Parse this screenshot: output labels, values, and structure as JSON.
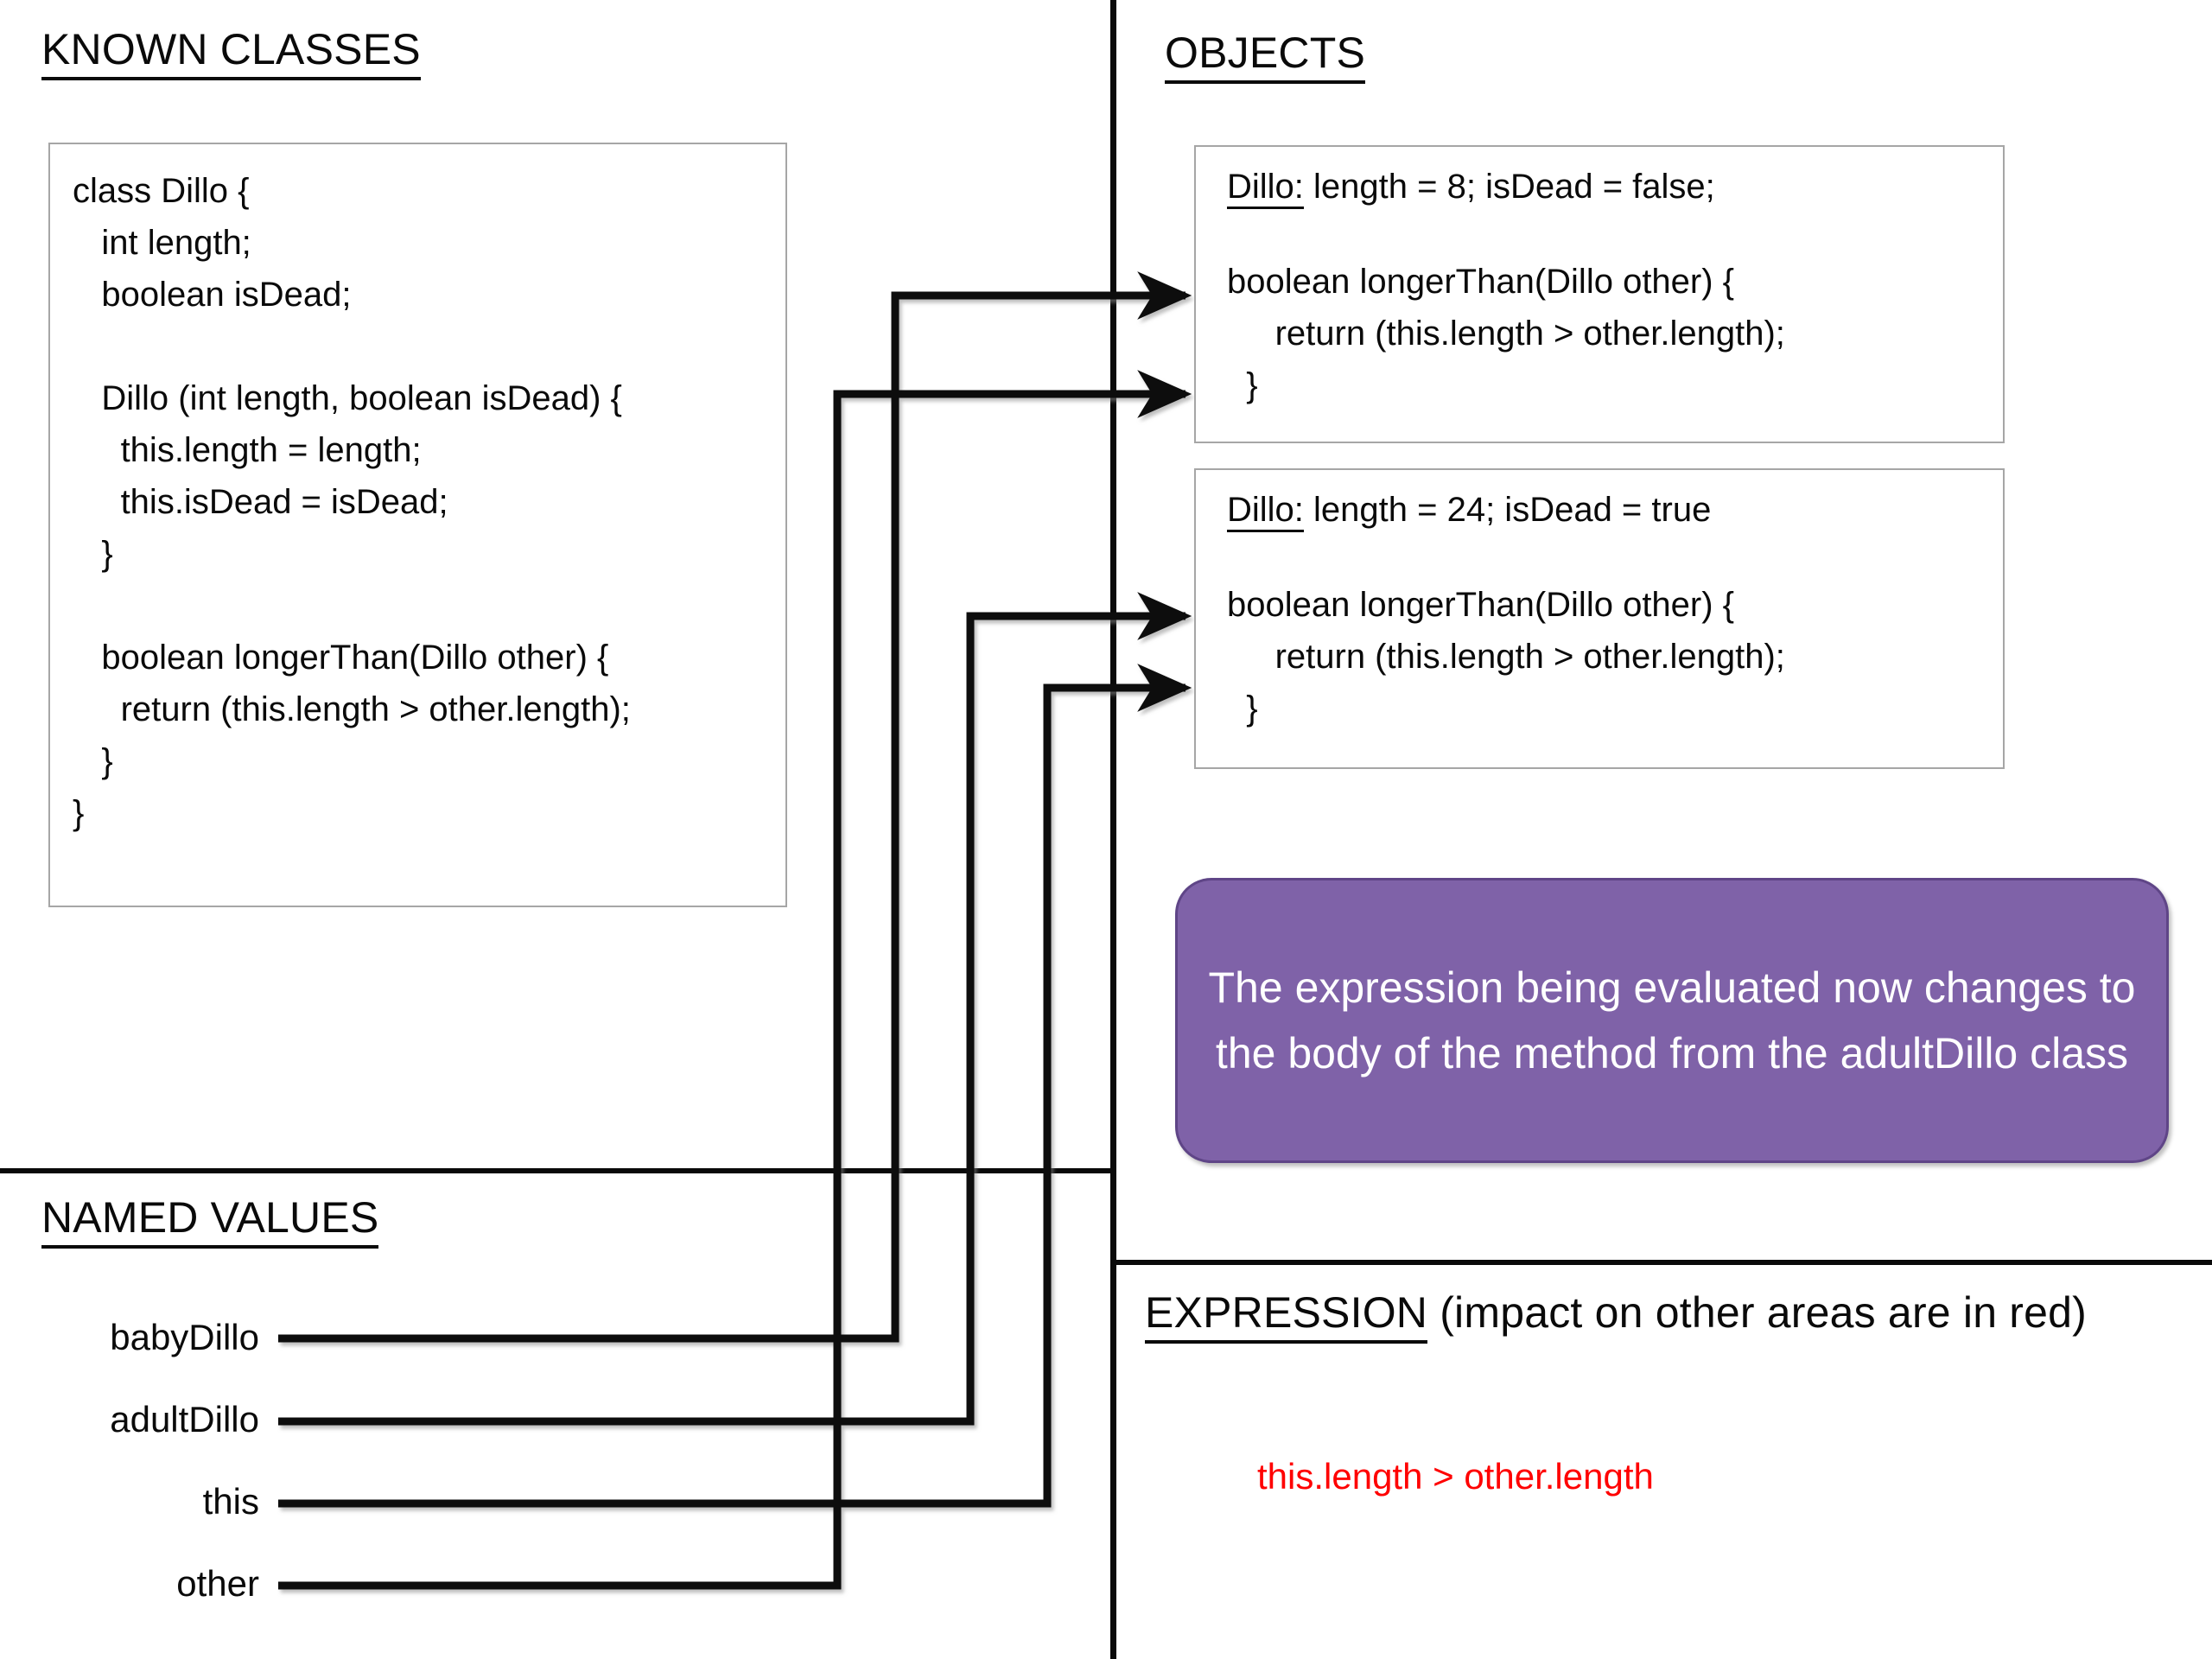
{
  "sections": {
    "known_classes": {
      "title": "KNOWN CLASSES"
    },
    "objects": {
      "title": "OBJECTS"
    },
    "named_values": {
      "title": "NAMED VALUES"
    },
    "expression": {
      "title_underlined": "EXPRESSION",
      "title_rest": " (impact on other areas are in red)",
      "value": "this.length > other.length",
      "value_color": "#ff0000"
    }
  },
  "class_box": {
    "code": "class Dillo {\n   int length;\n   boolean isDead;\n\n   Dillo (int length, boolean isDead) {\n     this.length = length;\n     this.isDead = isDead;\n   }\n\n   boolean longerThan(Dillo other) {\n     return (this.length > other.length);\n   }\n}"
  },
  "objects": [
    {
      "class_name": "Dillo:",
      "fields": " length = 8; isDead = false;",
      "code": "boolean longerThan(Dillo other) {\n     return (this.length > other.length);\n  }"
    },
    {
      "class_name": "Dillo:",
      "fields": " length = 24; isDead = true",
      "code": "boolean longerThan(Dillo other) {\n     return (this.length > other.length);\n  }"
    }
  ],
  "named_values": [
    {
      "label": "babyDillo"
    },
    {
      "label": "adultDillo"
    },
    {
      "label": "this"
    },
    {
      "label": "other"
    }
  ],
  "callout": {
    "text": "The expression being evaluated now changes to the body of the method from the adultDillo class",
    "background_color": "#7f62a8",
    "text_color": "#ffffff"
  }
}
